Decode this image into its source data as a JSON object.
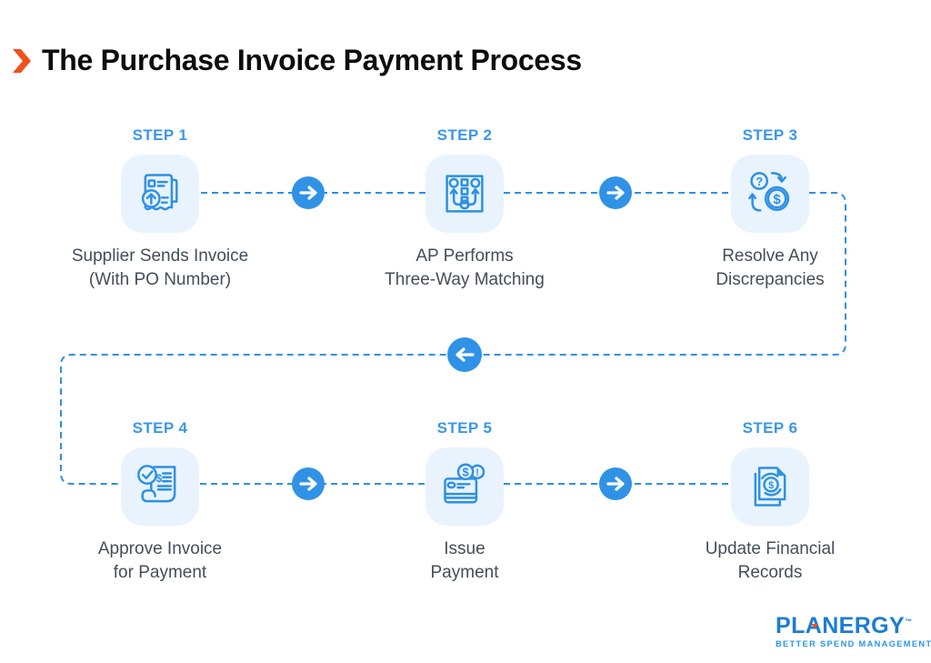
{
  "title": {
    "text": "The Purchase Invoice Payment Process"
  },
  "steps": [
    {
      "step_label": "STEP 1",
      "icon": "invoice-upload-icon",
      "label": "Supplier Sends Invoice\n(With PO Number)"
    },
    {
      "step_label": "STEP 2",
      "icon": "three-way-matching-icon",
      "label": "AP Performs\nThree-Way Matching"
    },
    {
      "step_label": "STEP 3",
      "icon": "resolve-discrepancies-icon",
      "label": "Resolve Any\nDiscrepancies"
    },
    {
      "step_label": "STEP 4",
      "icon": "approve-invoice-icon",
      "label": "Approve Invoice\nfor Payment"
    },
    {
      "step_label": "STEP 5",
      "icon": "issue-payment-icon",
      "label": "Issue\nPayment"
    },
    {
      "step_label": "STEP 6",
      "icon": "update-records-icon",
      "label": "Update Financial\nRecords"
    }
  ],
  "icon_glyphs": {
    "question": "?",
    "dollar": "$",
    "exclamation": "!"
  },
  "logo": {
    "wordmark": "PLANERGY",
    "tm": "™",
    "tagline": "BETTER SPEND MANAGEMENT"
  },
  "colors": {
    "accent_blue": "#2e90e5",
    "tile_background": "#e8f3fd",
    "step_label_blue": "#3b97e8",
    "description_gray": "#454d58",
    "title_black": "#0d0d0d",
    "chevron_orange": "#f1511b",
    "logo_blue": "#1b7dd3",
    "tagline_blue": "#2b96e8"
  }
}
